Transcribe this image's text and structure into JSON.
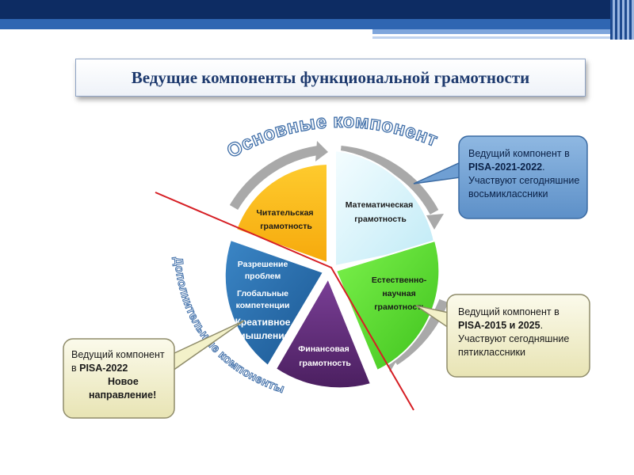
{
  "title": "Ведущие компоненты функциональной грамотности",
  "arc_top": "Основные компоненты",
  "arc_left": "Дополнительные компоненты",
  "segments": {
    "math": [
      "Математическая",
      "грамотность"
    ],
    "reading": [
      "Читательская",
      "грамотность"
    ],
    "science": [
      "Естественно-",
      "научная",
      "грамотность"
    ],
    "finance": [
      "Финансовая",
      "грамотность"
    ],
    "extra": [
      "Разрешение",
      "проблем",
      "Глобальные",
      "компетенции",
      "Креативное",
      "мышление"
    ]
  },
  "callouts": {
    "c1": {
      "l1": "Ведущий компонент в",
      "l2": "PISA-2021-2022",
      "l2b": ".",
      "l3": "Участвуют сегодняшние",
      "l4": "восьмиклассники"
    },
    "c2": {
      "l1": "Ведущий компонент в",
      "l2": "PISA-2015 и 2025",
      "l2b": ".",
      "l3": "Участвуют сегодняшние",
      "l4": "пятиклассники"
    },
    "c3": {
      "l1": "Ведущий компонент",
      "l2a": "в ",
      "l2": "PISA-2022",
      "l3": "Новое",
      "l4": "направление!"
    }
  },
  "colors": {
    "math": "#e6f8fd",
    "reading": "#fdbf1a",
    "science": "#5fe836",
    "finance": "#5a2d72",
    "extra": "#2166a7",
    "divider": "#d61e24",
    "callout_blue": "#6f9fd3",
    "callout_cream": "#f3f1c9"
  }
}
